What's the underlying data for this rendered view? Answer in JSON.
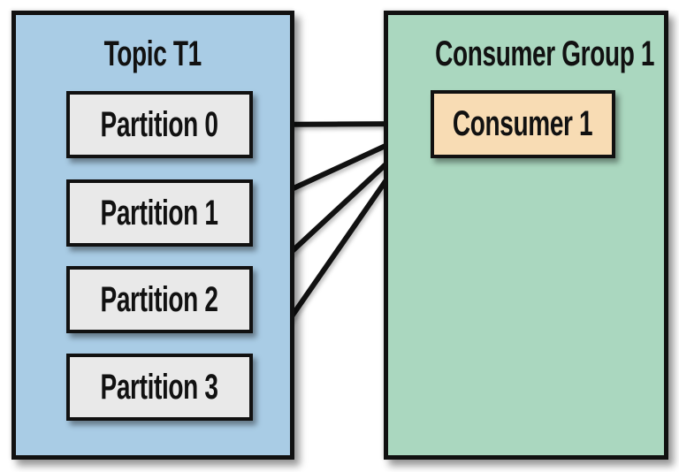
{
  "topic": {
    "title": "Topic T1",
    "partitions": [
      {
        "label": "Partition 0"
      },
      {
        "label": "Partition 1"
      },
      {
        "label": "Partition 2"
      },
      {
        "label": "Partition 3"
      }
    ]
  },
  "consumer_group": {
    "title": "Consumer Group 1",
    "consumers": [
      {
        "label": "Consumer 1"
      }
    ]
  },
  "connections": [
    {
      "from": "Partition 0",
      "to": "Consumer 1"
    },
    {
      "from": "Partition 1",
      "to": "Consumer 1"
    },
    {
      "from": "Partition 2",
      "to": "Consumer 1"
    },
    {
      "from": "Partition 3",
      "to": "Consumer 1"
    }
  ],
  "colors": {
    "background": "#ffffff",
    "topic_fill": "#a9cce5",
    "consumer_group_fill": "#aad7bf",
    "partition_fill": "#e9e9e9",
    "consumer_fill": "#f8dcb4",
    "stroke": "#111111"
  }
}
